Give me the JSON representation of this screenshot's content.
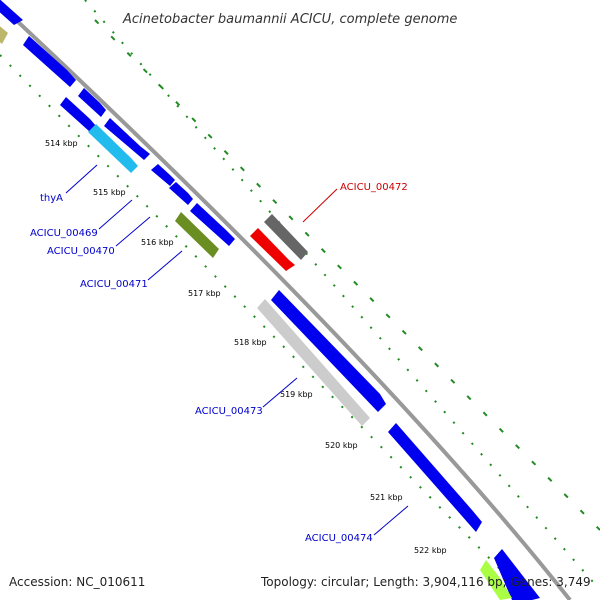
{
  "title": "Acinetobacter baumannii ACICU, complete genome",
  "footer": {
    "accession": "Accession: NC_010611",
    "topology": "Topology: circular; Length: 3,904,116 bp; Genes: 3,749"
  },
  "colors": {
    "forward": "#0000ee",
    "thyA": "#22bbee",
    "olive": "#6b8e23",
    "grey_dark": "#666666",
    "grey_light": "#cccccc",
    "red": "#ee0000",
    "yellow_green": "#aaff44",
    "khaki": "#bdb76b",
    "backbone": "#999999",
    "gc_dash": "#228b22",
    "label_blue": "#0000cc",
    "label_red": "#cc0000"
  },
  "ticks": [
    "514 kbp",
    "515 kbp",
    "516 kbp",
    "517 kbp",
    "518 kbp",
    "519 kbp",
    "520 kbp",
    "521 kbp",
    "522 kbp"
  ],
  "gene_labels": {
    "thyA": "thyA",
    "g469": "ACICU_00469",
    "g470": "ACICU_00470",
    "g471": "ACICU_00471",
    "g472": "ACICU_00472",
    "g473": "ACICU_00473",
    "g474": "ACICU_00474"
  }
}
